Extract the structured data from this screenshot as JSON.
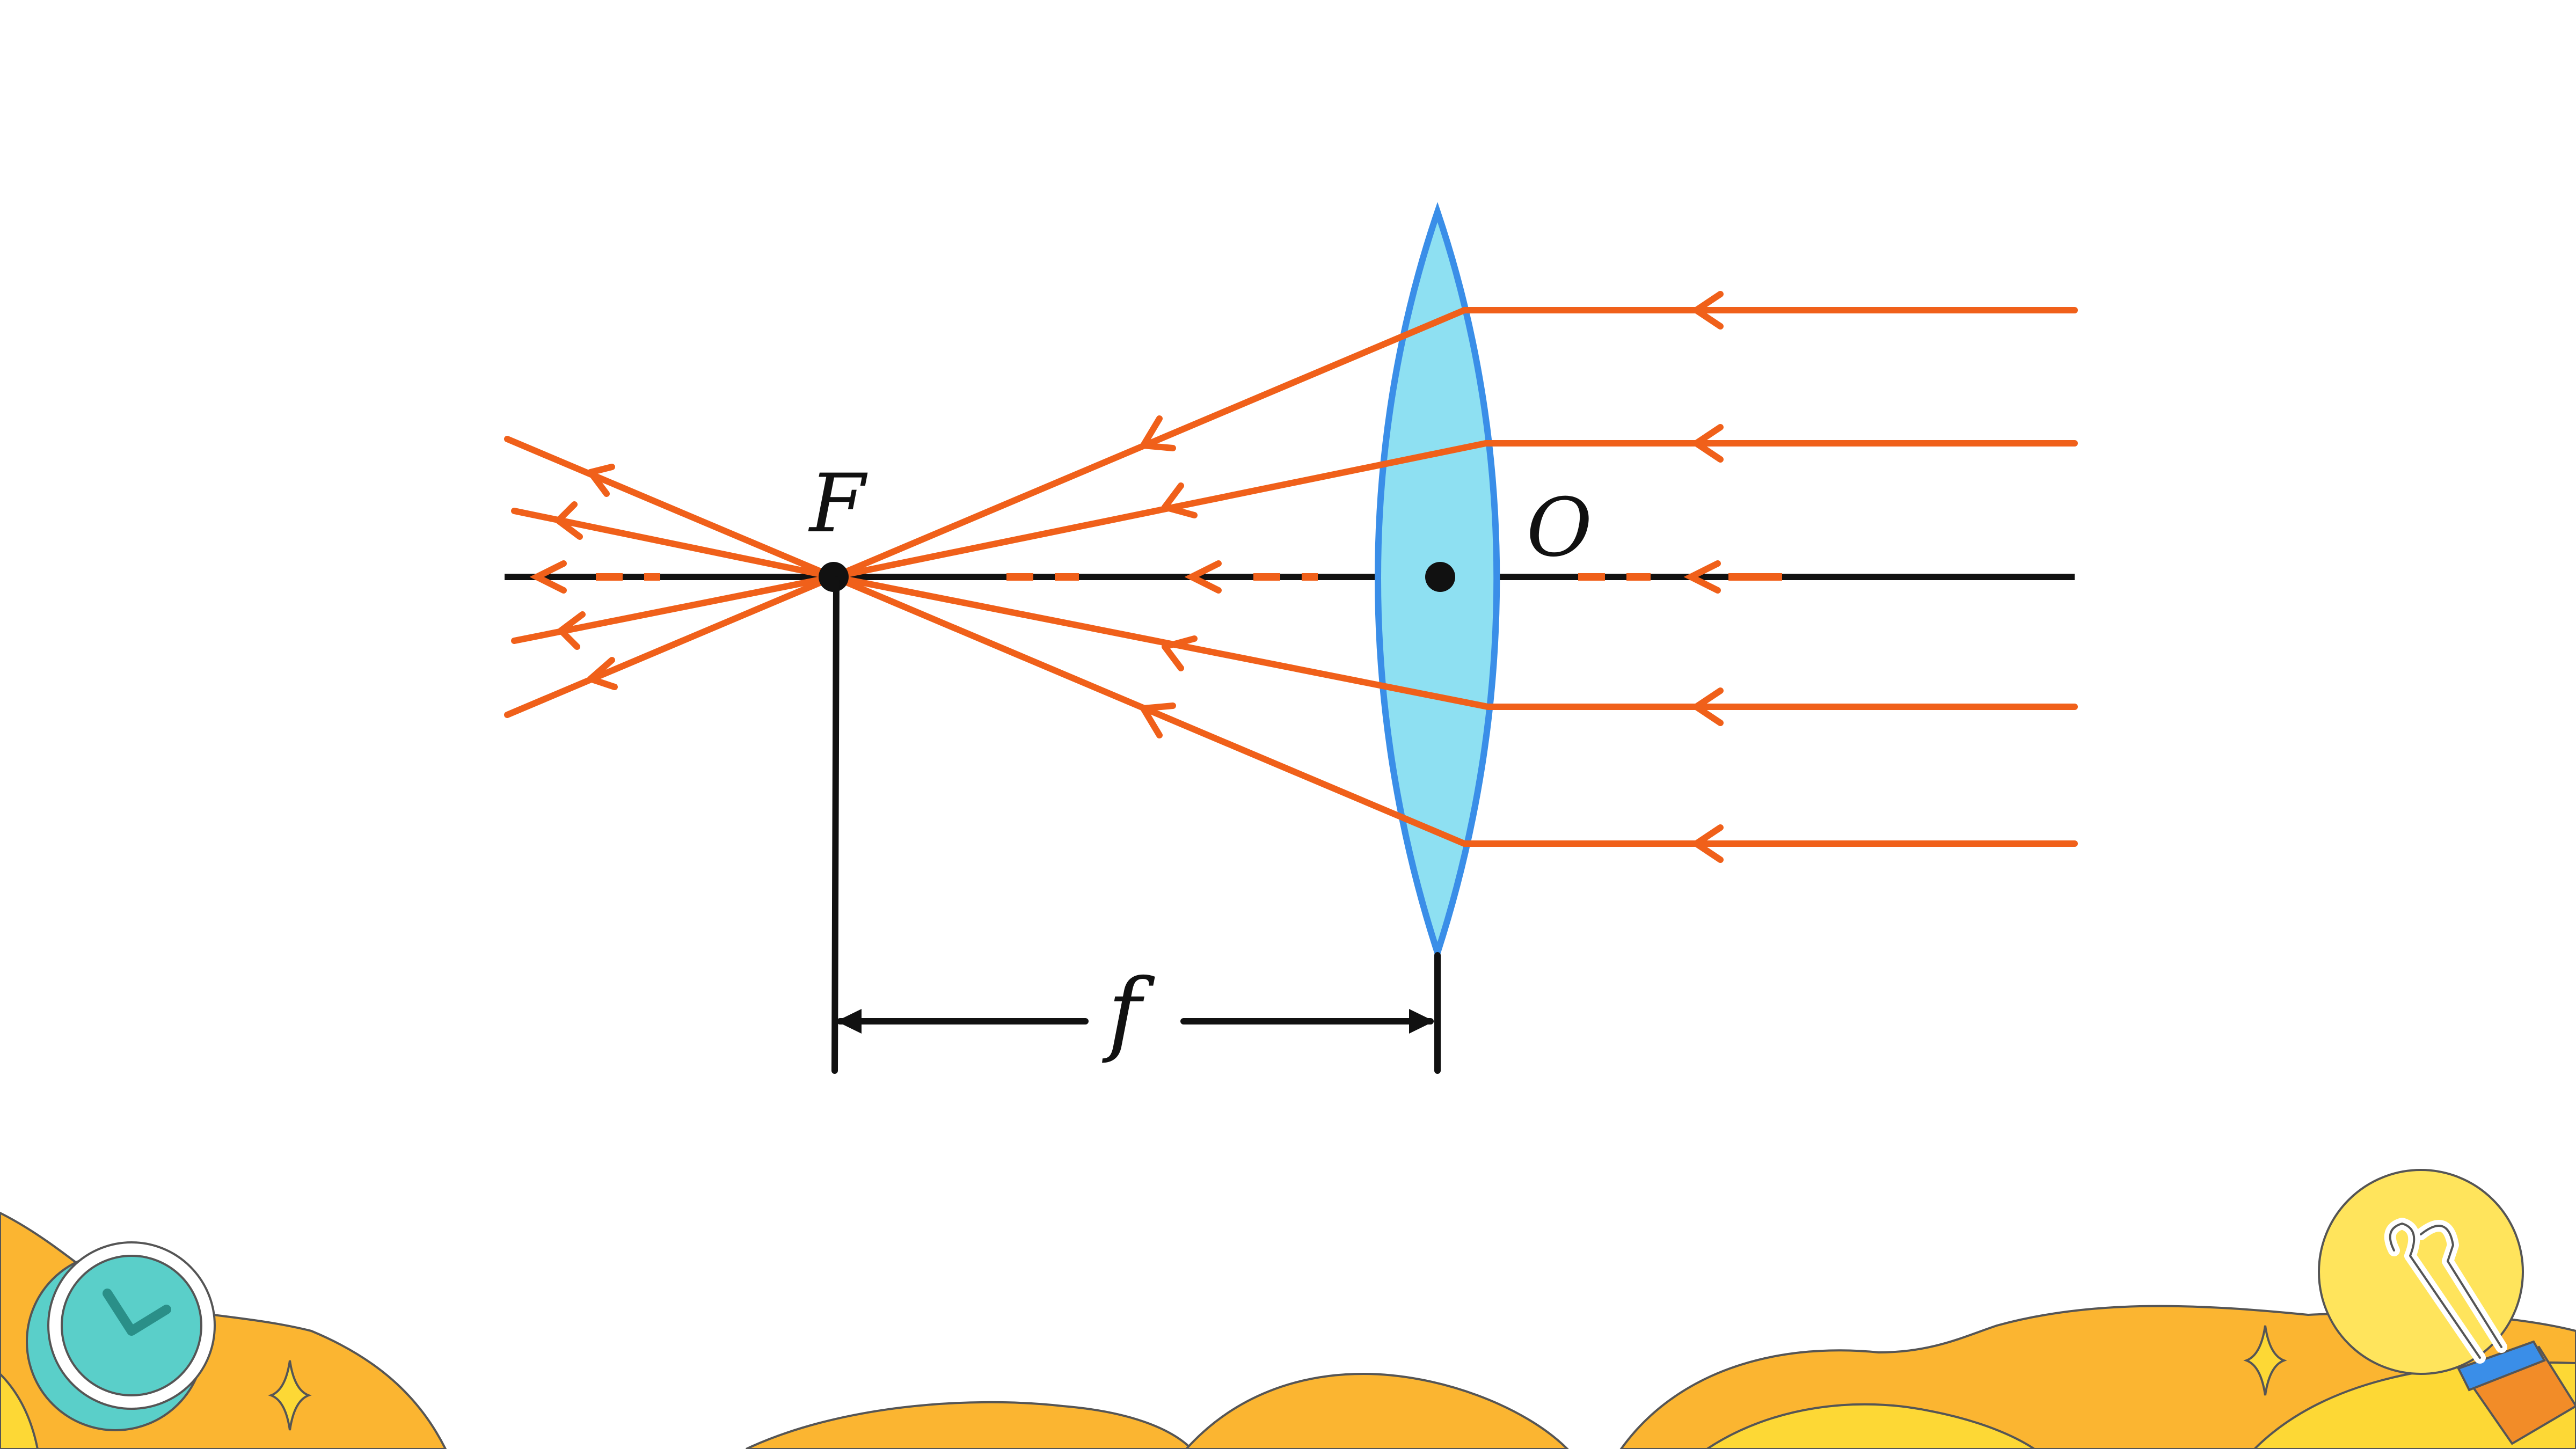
{
  "diagram": {
    "labels": {
      "focal_point": "F",
      "optical_center": "O",
      "focal_length": "f"
    },
    "colors": {
      "ray": "#F0601A",
      "axis": "#111111",
      "lens_fill": "#8EE0F2",
      "lens_edge": "#3A8EE8",
      "decor_orange": "#FBB531",
      "decor_yellow": "#FDD835",
      "clock_face": "#5ACFC9"
    }
  },
  "decorations": {
    "clock_icon": "clock-icon",
    "lightbulb_icon": "lightbulb-icon",
    "sparkle_icon": "sparkle-icon"
  }
}
